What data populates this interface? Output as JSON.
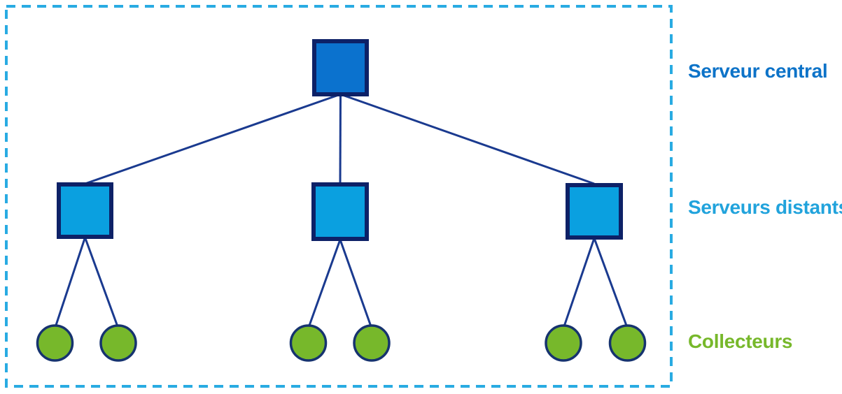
{
  "diagram": {
    "type": "hierarchy-topology",
    "levels": [
      {
        "id": "central",
        "label": "Serveur central",
        "label_color": "#0D73C8",
        "node_shape": "square",
        "node_fill": "#0B72CE",
        "node_count": 1
      },
      {
        "id": "distants",
        "label": "Serveurs distants",
        "label_color": "#21A3DC",
        "node_shape": "square",
        "node_fill": "#0AA0E0",
        "node_count": 3
      },
      {
        "id": "collecteurs",
        "label": "Collecteurs",
        "label_color": "#77B82B",
        "node_shape": "circle",
        "node_fill": "#77B82B",
        "node_count": 6
      }
    ],
    "edges": [
      [
        "central-server",
        "remote-server-1"
      ],
      [
        "central-server",
        "remote-server-2"
      ],
      [
        "central-server",
        "remote-server-3"
      ],
      [
        "remote-server-1",
        "collector-1"
      ],
      [
        "remote-server-1",
        "collector-2"
      ],
      [
        "remote-server-2",
        "collector-3"
      ],
      [
        "remote-server-2",
        "collector-4"
      ],
      [
        "remote-server-3",
        "collector-5"
      ],
      [
        "remote-server-3",
        "collector-6"
      ]
    ],
    "colors": {
      "boundary_dash": "#29ABE2",
      "connector_line": "#1A3A8F",
      "square_border": "#0D2167",
      "circle_border": "#16336F",
      "background": "#FFFFFF"
    }
  }
}
